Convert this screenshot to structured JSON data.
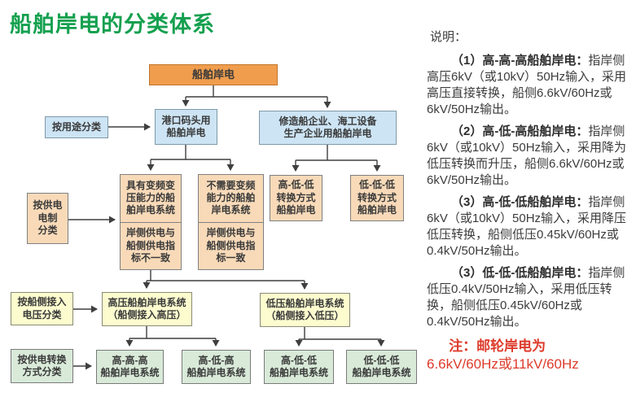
{
  "title": "船舶岸电的分类体系",
  "colors": {
    "title_green": "#14a04f",
    "root_orange": "#f09d4e",
    "level2_blue": "#cde4f4",
    "level3_tan": "#f8dab9",
    "level4_yellow": "#fcfccf",
    "level5_green": "#d9ead9",
    "note_red": "#dd3b2b",
    "connector": "#3f3f3f"
  },
  "diagram": {
    "root": "船舶岸电",
    "classifiers": {
      "by_use": "按用途分类",
      "by_supply_system": "按供电\n电制\n分类",
      "by_ship_voltage": "按船侧接入\n电压分类",
      "by_conversion": "按供电转换\n方式分类"
    },
    "level2": [
      {
        "label": "港口码头用\n船舶岸电"
      },
      {
        "label": "修造船企业、海工设备\n生产企业用船舶岸电"
      }
    ],
    "level3": [
      {
        "top": "具有变频变\n压能力的船\n舶岸电系统",
        "bottom": "岸侧供电与\n船侧供电指\n标不一致"
      },
      {
        "top": "不需要变频\n能力的船舶\n岸电系统",
        "bottom": "岸侧供电与\n船侧供电指\n标一致"
      },
      {
        "label": "高-低-低\n转换方式\n船舶岸电"
      },
      {
        "label": "低-低-低\n转换方式\n船舶岸电"
      }
    ],
    "level4": [
      {
        "label": "高压船舶岸电系统\n（船侧接入高压）"
      },
      {
        "label": "低压船舶岸电系统\n（船侧接入低压）"
      }
    ],
    "level5": [
      {
        "label": "高-高-高\n船舶岸电系统"
      },
      {
        "label": "高-低-高\n船舶岸电系统"
      },
      {
        "label": "高-低-低\n船舶岸电系统"
      },
      {
        "label": "低-低-低\n船舶岸电系统"
      }
    ]
  },
  "notes": {
    "heading": "说明：",
    "items": [
      {
        "lead": "（1）高-高-高船舶岸电：",
        "body": "指岸侧高压6kV（或10kV）50Hz输入，采用高压直接转换，船侧6.6kV/60Hz或6kV/50Hz输出。"
      },
      {
        "lead": "（2）高-低-高船舶岸电：",
        "body": "指岸侧6kV（或10kV）50Hz输入，采用降为低压转换而升压，船侧6.6kV/60Hz或6kV/50Hz输出。"
      },
      {
        "lead": "（3）高-低-低船舶岸电：",
        "body": "指岸侧6kV（或10kV）50Hz输入，采用降压低压转换，船侧低压0.45kV/60Hz或0.4kV/50Hz输出。"
      },
      {
        "lead": "（3）低-低-低船舶岸电：",
        "body": "指岸侧低压0.4kV/50Hz输入，采用低压转换，船侧低压0.45kV/60Hz或0.4kV/50Hz输出。"
      }
    ],
    "warning_lead": "注：邮轮岸电为\n",
    "warning_value": "6.6kV/60Hz或11kV/60Hz"
  }
}
